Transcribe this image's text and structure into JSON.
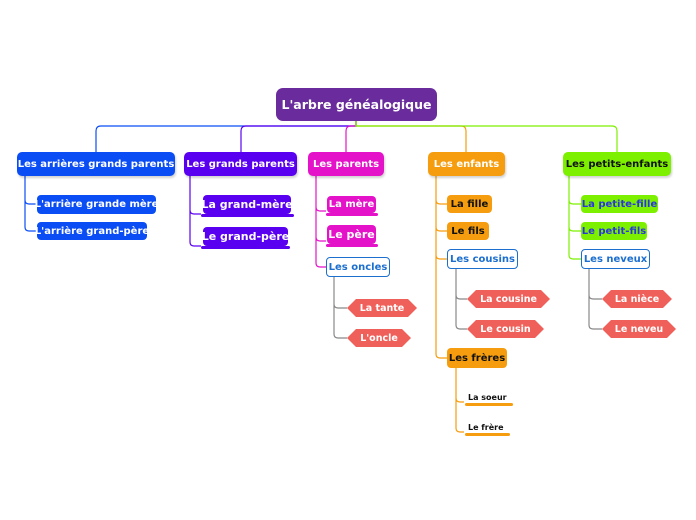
{
  "colors": {
    "root": "#6a2c9c",
    "blue": "#0b4df5",
    "violet": "#5a00f0",
    "magenta": "#e412c8",
    "orange": "#f59d0e",
    "lime": "#7df000",
    "outline_blue": "#1c6fcf",
    "coral": "#f0605a"
  },
  "root": {
    "label": "L'arbre généalogique"
  },
  "branches": [
    {
      "label": "Les arrières grands parents",
      "children": [
        {
          "label": "L'arrière grande mère"
        },
        {
          "label": "L'arrière grand-père"
        }
      ]
    },
    {
      "label": "Les grands parents",
      "children": [
        {
          "label": "La grand-mère"
        },
        {
          "label": "Le grand-père"
        }
      ]
    },
    {
      "label": "Les parents",
      "children": [
        {
          "label": "La mère"
        },
        {
          "label": "Le père"
        },
        {
          "label": "Les oncles",
          "children": [
            {
              "label": "La tante"
            },
            {
              "label": "L'oncle"
            }
          ]
        }
      ]
    },
    {
      "label": "Les enfants",
      "children": [
        {
          "label": "La fille"
        },
        {
          "label": "Le fils"
        },
        {
          "label": "Les cousins",
          "children": [
            {
              "label": "La cousine"
            },
            {
              "label": "Le cousin"
            }
          ]
        },
        {
          "label": "Les frères",
          "children": [
            {
              "label": "La soeur"
            },
            {
              "label": "Le frère"
            }
          ]
        }
      ]
    },
    {
      "label": "Les petits-enfants",
      "children": [
        {
          "label": "La petite-fille"
        },
        {
          "label": "Le petit-fils"
        },
        {
          "label": "Les neveux",
          "children": [
            {
              "label": "La nièce"
            },
            {
              "label": "Le neveu"
            }
          ]
        }
      ]
    }
  ]
}
